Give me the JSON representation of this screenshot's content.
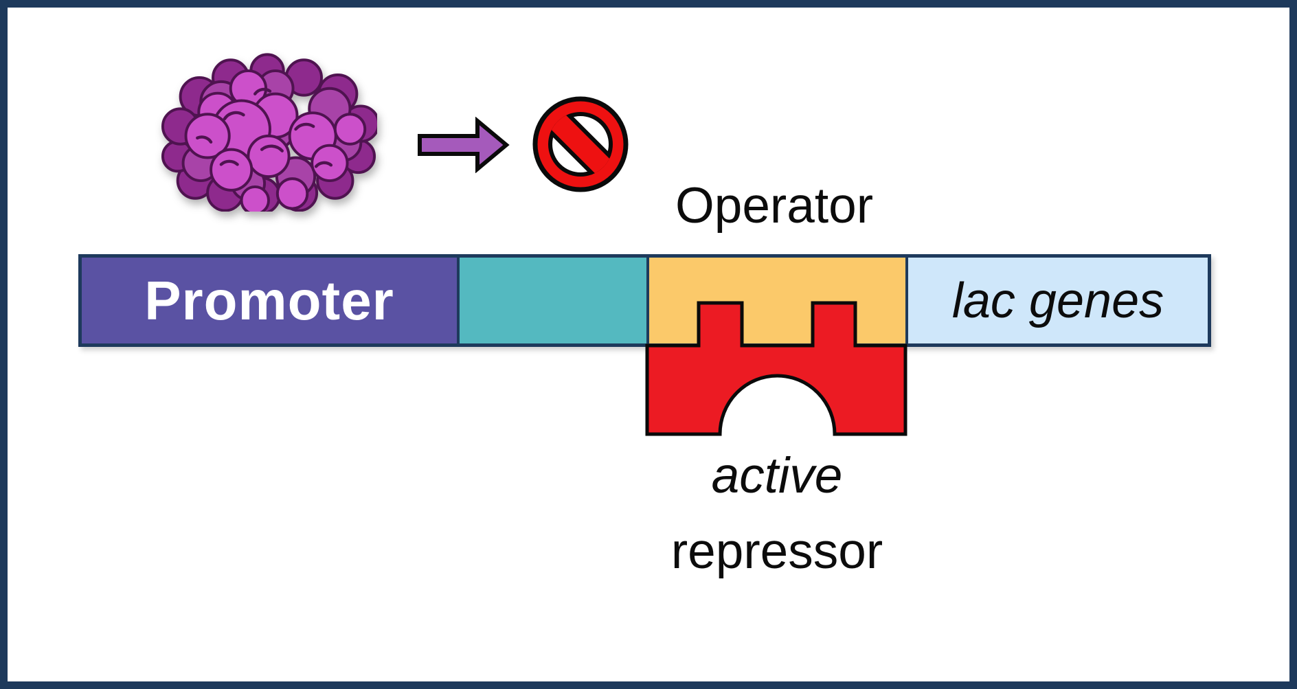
{
  "labels": {
    "operator": "Operator",
    "promoter": "Promoter",
    "lac_genes": "lac genes",
    "active": "active",
    "repressor": "repressor"
  },
  "icons": {
    "polymerase": "rna-polymerase-blob",
    "arrow": "blocked-direction-arrow",
    "no_symbol": "no-entry-prohibition-sign",
    "repressor_shape": "active-repressor-bound-to-operator"
  },
  "colors": {
    "border_navy": "#1E3A5C",
    "promoter_purple": "#5A52A3",
    "spacer_teal": "#54B9C0",
    "operator_orange": "#FBC96A",
    "lac_genes_blue": "#CFE7FA",
    "repressor_red": "#EC1B23",
    "no_symbol_red": "#EE1111",
    "arrow_purple": "#A55ABB",
    "blob_magenta": "#CC50CA",
    "blob_mid_purple": "#A843A8",
    "blob_dark_purple": "#8E2A8D",
    "blob_outline": "#4F1350",
    "outline_black": "#0A0A0A"
  }
}
